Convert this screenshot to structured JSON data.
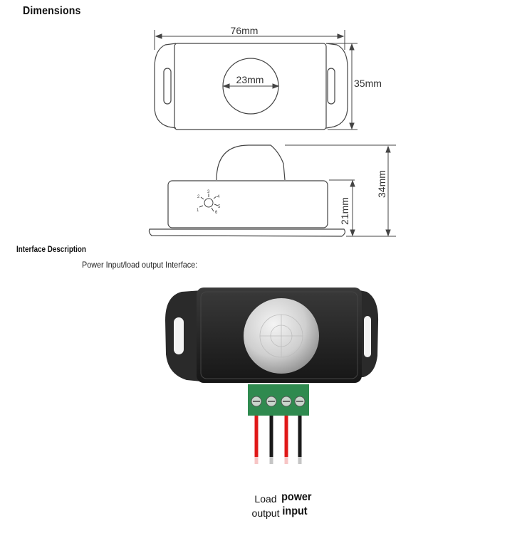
{
  "headings": {
    "dimensions": "Dimensions",
    "interface": "Interface Description",
    "interface_sub": "Power Input/load output Interface:"
  },
  "dimensions": {
    "length": "76mm",
    "lens_diameter": "23mm",
    "width": "35mm",
    "body_height": "21mm",
    "total_height": "34mm"
  },
  "dial": {
    "marks": [
      "1",
      "2",
      "3",
      "4",
      "5",
      "6"
    ]
  },
  "terminals": {
    "load_output_line1": "Load",
    "load_output_line2": "output",
    "power_input_line1": "power",
    "power_input_line2": "input"
  },
  "colors": {
    "outline": "#444444",
    "device_body": "#1e1e1e",
    "terminal_block": "#2f8a4f",
    "wire_red": "#e01818",
    "wire_black": "#1a1a1a"
  }
}
